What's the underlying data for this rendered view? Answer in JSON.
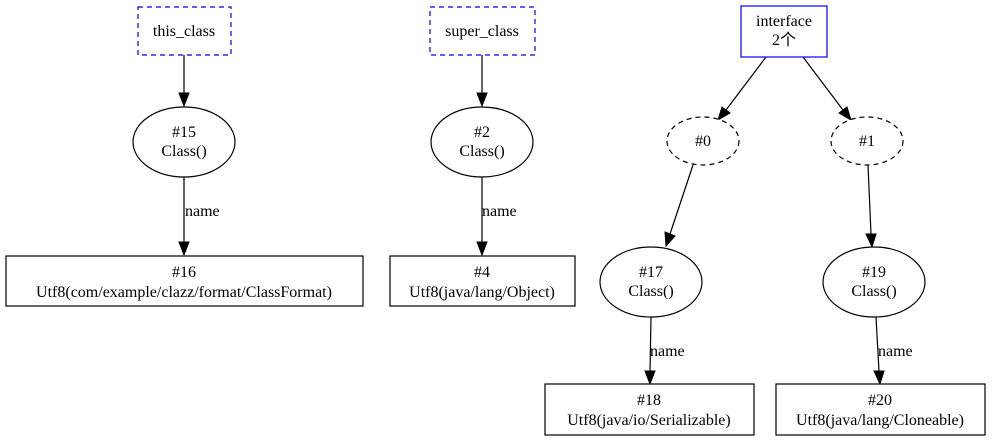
{
  "nodes": {
    "this_class": {
      "lines": [
        "this_class"
      ]
    },
    "super_class": {
      "lines": [
        "super_class"
      ]
    },
    "interface": {
      "lines": [
        "interface",
        "2个"
      ]
    },
    "n15": {
      "lines": [
        "#15",
        "Class()"
      ]
    },
    "n2": {
      "lines": [
        "#2",
        "Class()"
      ]
    },
    "i0": {
      "lines": [
        "#0"
      ]
    },
    "i1": {
      "lines": [
        "#1"
      ]
    },
    "n16": {
      "lines": [
        "#16",
        "Utf8(com/example/clazz/format/ClassFormat)"
      ]
    },
    "n4": {
      "lines": [
        "#4",
        "Utf8(java/lang/Object)"
      ]
    },
    "n17": {
      "lines": [
        "#17",
        "Class()"
      ]
    },
    "n19": {
      "lines": [
        "#19",
        "Class()"
      ]
    },
    "n18": {
      "lines": [
        "#18",
        "Utf8(java/io/Serializable)"
      ]
    },
    "n20": {
      "lines": [
        "#20",
        "Utf8(java/lang/Cloneable)"
      ]
    }
  },
  "edges": [
    {
      "from": "this_class",
      "to": "n15",
      "label": ""
    },
    {
      "from": "n15",
      "to": "n16",
      "label": "name"
    },
    {
      "from": "super_class",
      "to": "n2",
      "label": ""
    },
    {
      "from": "n2",
      "to": "n4",
      "label": "name"
    },
    {
      "from": "interface",
      "to": "i0",
      "label": ""
    },
    {
      "from": "interface",
      "to": "i1",
      "label": ""
    },
    {
      "from": "i0",
      "to": "n17",
      "label": ""
    },
    {
      "from": "i1",
      "to": "n19",
      "label": ""
    },
    {
      "from": "n17",
      "to": "n18",
      "label": "name"
    },
    {
      "from": "n19",
      "to": "n20",
      "label": "name"
    }
  ]
}
